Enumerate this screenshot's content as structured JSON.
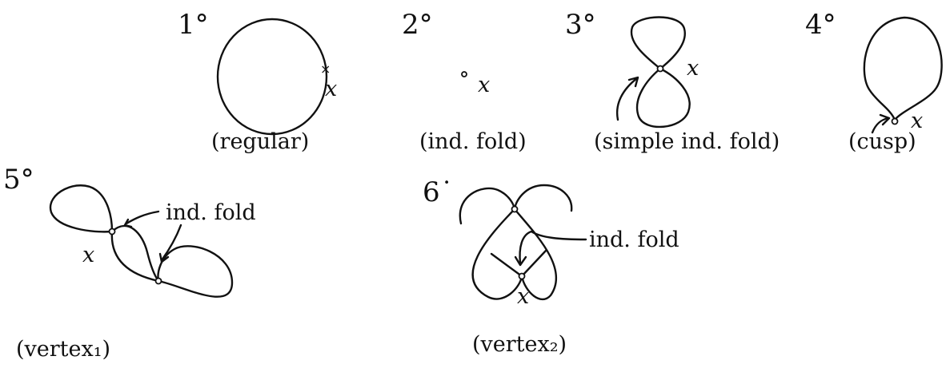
{
  "figures": [
    {
      "number": "1°",
      "point": "x",
      "caption": "(regular)"
    },
    {
      "number": "2°",
      "point": "x",
      "caption": "(ind. fold)"
    },
    {
      "number": "3°",
      "point": "x",
      "caption": "(simple ind. fold)"
    },
    {
      "number": "4°",
      "point": "x",
      "caption": "(cusp)"
    },
    {
      "number": "5°",
      "point": "x",
      "caption": "(vertex₁)",
      "annotation": "ind. fold"
    },
    {
      "number": "6˙",
      "point": "x",
      "caption": "(vertex₂)",
      "annotation": "ind. fold"
    }
  ]
}
